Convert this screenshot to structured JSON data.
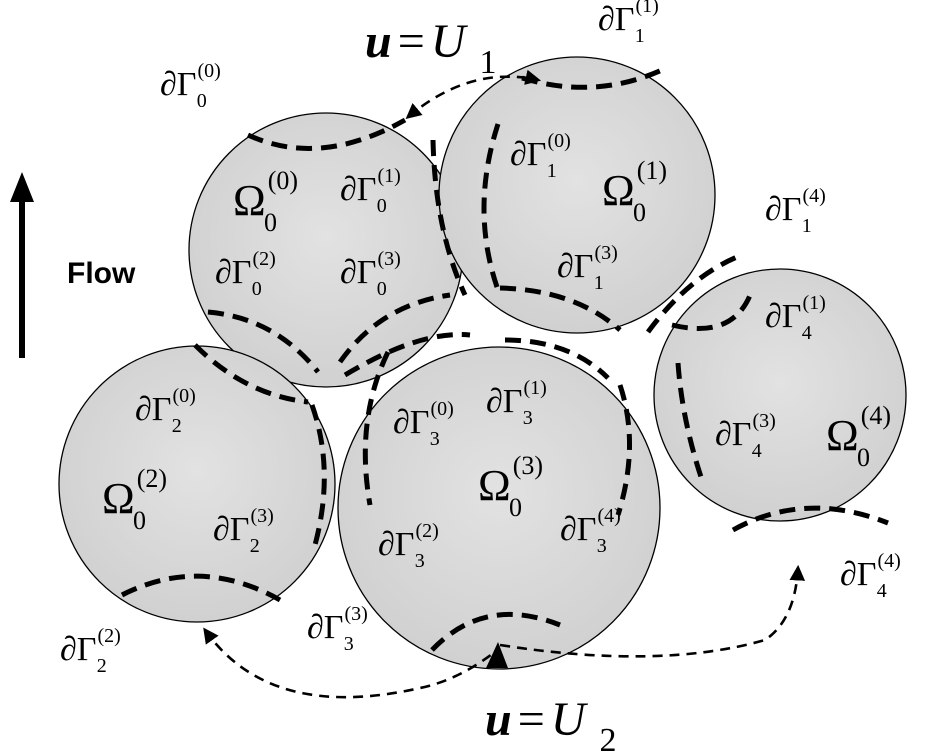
{
  "flow_label": "Flow",
  "conditions": {
    "top": {
      "lhs": "u",
      "eq": "=",
      "sym": "U",
      "sub": "1"
    },
    "bottom": {
      "lhs": "u",
      "eq": "=",
      "sym": "U",
      "sub": "2"
    }
  },
  "domains": [
    {
      "sym": "Ω",
      "sub": "0",
      "sup": "(0)"
    },
    {
      "sym": "Ω",
      "sub": "0",
      "sup": "(1)"
    },
    {
      "sym": "Ω",
      "sub": "0",
      "sup": "(2)"
    },
    {
      "sym": "Ω",
      "sub": "0",
      "sup": "(3)"
    },
    {
      "sym": "Ω",
      "sub": "0",
      "sup": "(4)"
    }
  ],
  "boundaries": [
    {
      "sym": "∂Γ",
      "sub": "0",
      "sup": "(0)"
    },
    {
      "sym": "∂Γ",
      "sub": "0",
      "sup": "(1)"
    },
    {
      "sym": "∂Γ",
      "sub": "0",
      "sup": "(2)"
    },
    {
      "sym": "∂Γ",
      "sub": "0",
      "sup": "(3)"
    },
    {
      "sym": "∂Γ",
      "sub": "1",
      "sup": "(1)"
    },
    {
      "sym": "∂Γ",
      "sub": "1",
      "sup": "(0)"
    },
    {
      "sym": "∂Γ",
      "sub": "1",
      "sup": "(4)"
    },
    {
      "sym": "∂Γ",
      "sub": "1",
      "sup": "(3)"
    },
    {
      "sym": "∂Γ",
      "sub": "4",
      "sup": "(1)"
    },
    {
      "sym": "∂Γ",
      "sub": "4",
      "sup": "(3)"
    },
    {
      "sym": "∂Γ",
      "sub": "4",
      "sup": "(4)"
    },
    {
      "sym": "∂Γ",
      "sub": "2",
      "sup": "(0)"
    },
    {
      "sym": "∂Γ",
      "sub": "2",
      "sup": "(3)"
    },
    {
      "sym": "∂Γ",
      "sub": "2",
      "sup": "(2)"
    },
    {
      "sym": "∂Γ",
      "sub": "3",
      "sup": "(0)"
    },
    {
      "sym": "∂Γ",
      "sub": "3",
      "sup": "(1)"
    },
    {
      "sym": "∂Γ",
      "sub": "3",
      "sup": "(2)"
    },
    {
      "sym": "∂Γ",
      "sub": "3",
      "sup": "(4)"
    },
    {
      "sym": "∂Γ",
      "sub": "3",
      "sup": "(3)"
    }
  ]
}
